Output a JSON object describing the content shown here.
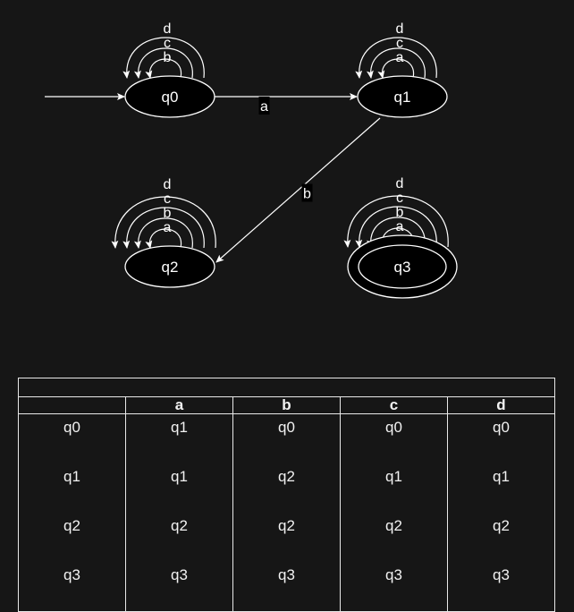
{
  "diagram": {
    "states": [
      {
        "id": "q0",
        "label": "q0",
        "accepting": false,
        "initial": true
      },
      {
        "id": "q1",
        "label": "q1",
        "accepting": false,
        "initial": false
      },
      {
        "id": "q2",
        "label": "q2",
        "accepting": false,
        "initial": false
      },
      {
        "id": "q3",
        "label": "q3",
        "accepting": true,
        "initial": false
      }
    ],
    "edges": [
      {
        "from": "q0",
        "to": "q1",
        "label": "a"
      },
      {
        "from": "q1",
        "to": "q2",
        "label": "b"
      }
    ],
    "self_loops": {
      "q0": [
        "b",
        "c",
        "d"
      ],
      "q1": [
        "a",
        "c",
        "d"
      ],
      "q2": [
        "a",
        "b",
        "c",
        "d"
      ],
      "q3": [
        "a",
        "b",
        "c",
        "d"
      ]
    },
    "colors": {
      "background": "#161616",
      "state_fill": "#000000",
      "stroke": "#ffffff",
      "text": "#ffffff"
    }
  },
  "table": {
    "title": "",
    "columns": [
      "",
      "a",
      "b",
      "c",
      "d"
    ],
    "rows": [
      [
        "q0",
        "q1",
        "q0",
        "q0",
        "q0"
      ],
      [
        "q1",
        "q1",
        "q2",
        "q1",
        "q1"
      ],
      [
        "q2",
        "q2",
        "q2",
        "q2",
        "q2"
      ],
      [
        "q3",
        "q3",
        "q3",
        "q3",
        "q3"
      ]
    ]
  }
}
